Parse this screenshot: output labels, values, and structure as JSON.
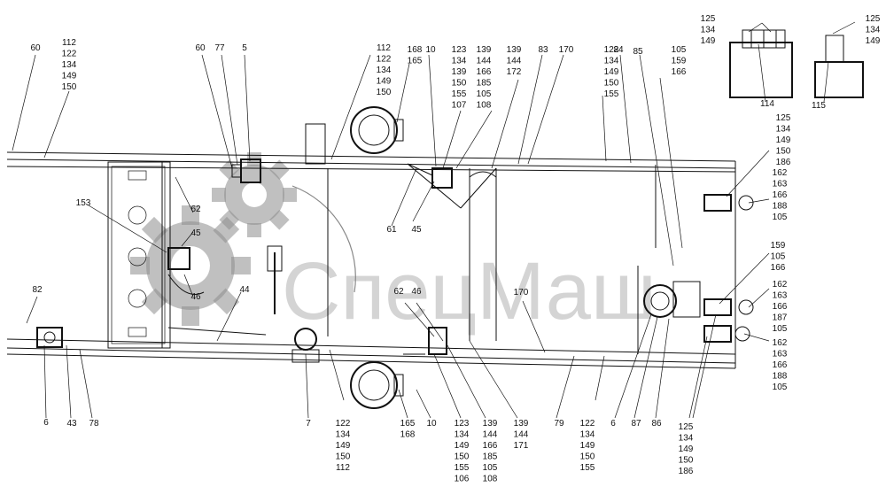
{
  "watermark": {
    "text": "СпецМаш",
    "color": "#9a9a9a"
  },
  "callouts": [
    {
      "id": "c60a",
      "lines": [
        "60"
      ]
    },
    {
      "id": "c112a",
      "lines": [
        "112",
        "122",
        "134",
        "149",
        "150"
      ]
    },
    {
      "id": "c60b",
      "lines": [
        "60"
      ]
    },
    {
      "id": "c77",
      "lines": [
        "77"
      ]
    },
    {
      "id": "c5",
      "lines": [
        "5"
      ]
    },
    {
      "id": "c112b",
      "lines": [
        "112",
        "122",
        "134",
        "149",
        "150"
      ]
    },
    {
      "id": "c168a",
      "lines": [
        "168",
        "165"
      ]
    },
    {
      "id": "c10a",
      "lines": [
        "10"
      ]
    },
    {
      "id": "c123a",
      "lines": [
        "123",
        "134",
        "139",
        "150",
        "155",
        "107"
      ]
    },
    {
      "id": "c139a",
      "lines": [
        "139",
        "144",
        "166",
        "185",
        "105",
        "108"
      ]
    },
    {
      "id": "c139b",
      "lines": [
        "139",
        "144",
        "172"
      ]
    },
    {
      "id": "c83",
      "lines": [
        "83"
      ]
    },
    {
      "id": "c170a",
      "lines": [
        "170"
      ]
    },
    {
      "id": "c122a",
      "lines": [
        "122",
        "134",
        "149",
        "150",
        "155"
      ]
    },
    {
      "id": "c84",
      "lines": [
        "84"
      ]
    },
    {
      "id": "c85",
      "lines": [
        "85"
      ]
    },
    {
      "id": "c105a",
      "lines": [
        "105",
        "159",
        "166"
      ]
    },
    {
      "id": "c125a",
      "lines": [
        "125",
        "134",
        "149"
      ]
    },
    {
      "id": "c114",
      "lines": [
        "114"
      ]
    },
    {
      "id": "c125b",
      "lines": [
        "125",
        "134",
        "149"
      ]
    },
    {
      "id": "c115",
      "lines": [
        "115"
      ]
    },
    {
      "id": "c125c",
      "lines": [
        "125",
        "134",
        "149",
        "150",
        "186"
      ]
    },
    {
      "id": "c162a",
      "lines": [
        "162",
        "163",
        "166",
        "188",
        "105"
      ]
    },
    {
      "id": "c153",
      "lines": [
        "153"
      ]
    },
    {
      "id": "c62a",
      "lines": [
        "62"
      ]
    },
    {
      "id": "c45a",
      "lines": [
        "45"
      ]
    },
    {
      "id": "c46a",
      "lines": [
        "46"
      ]
    },
    {
      "id": "c44",
      "lines": [
        "44"
      ]
    },
    {
      "id": "c61",
      "lines": [
        "61"
      ]
    },
    {
      "id": "c45b",
      "lines": [
        "45"
      ]
    },
    {
      "id": "c62b",
      "lines": [
        "62"
      ]
    },
    {
      "id": "c46b",
      "lines": [
        "46"
      ]
    },
    {
      "id": "c170b",
      "lines": [
        "170"
      ]
    },
    {
      "id": "c159",
      "lines": [
        "159",
        "105",
        "166"
      ]
    },
    {
      "id": "c162b",
      "lines": [
        "162",
        "163",
        "166",
        "187",
        "105"
      ]
    },
    {
      "id": "c162c",
      "lines": [
        "162",
        "163",
        "166",
        "188",
        "105"
      ]
    },
    {
      "id": "c82",
      "lines": [
        "82"
      ]
    },
    {
      "id": "c6a",
      "lines": [
        "6"
      ]
    },
    {
      "id": "c43",
      "lines": [
        "43"
      ]
    },
    {
      "id": "c78",
      "lines": [
        "78"
      ]
    },
    {
      "id": "c7",
      "lines": [
        "7"
      ]
    },
    {
      "id": "c122b",
      "lines": [
        "122",
        "134",
        "149",
        "150",
        "112"
      ]
    },
    {
      "id": "c165b",
      "lines": [
        "165",
        "168"
      ]
    },
    {
      "id": "c10b",
      "lines": [
        "10"
      ]
    },
    {
      "id": "c123b",
      "lines": [
        "123",
        "134",
        "149",
        "150",
        "155",
        "106"
      ]
    },
    {
      "id": "c139c",
      "lines": [
        "139",
        "144",
        "166",
        "185",
        "105",
        "108"
      ]
    },
    {
      "id": "c139d",
      "lines": [
        "139",
        "144",
        "171"
      ]
    },
    {
      "id": "c79",
      "lines": [
        "79"
      ]
    },
    {
      "id": "c122c",
      "lines": [
        "122",
        "134",
        "149",
        "150",
        "155"
      ]
    },
    {
      "id": "c6b",
      "lines": [
        "6"
      ]
    },
    {
      "id": "c87",
      "lines": [
        "87"
      ]
    },
    {
      "id": "c86",
      "lines": [
        "86"
      ]
    },
    {
      "id": "c125d",
      "lines": [
        "125",
        "134",
        "149",
        "150",
        "186"
      ]
    }
  ]
}
